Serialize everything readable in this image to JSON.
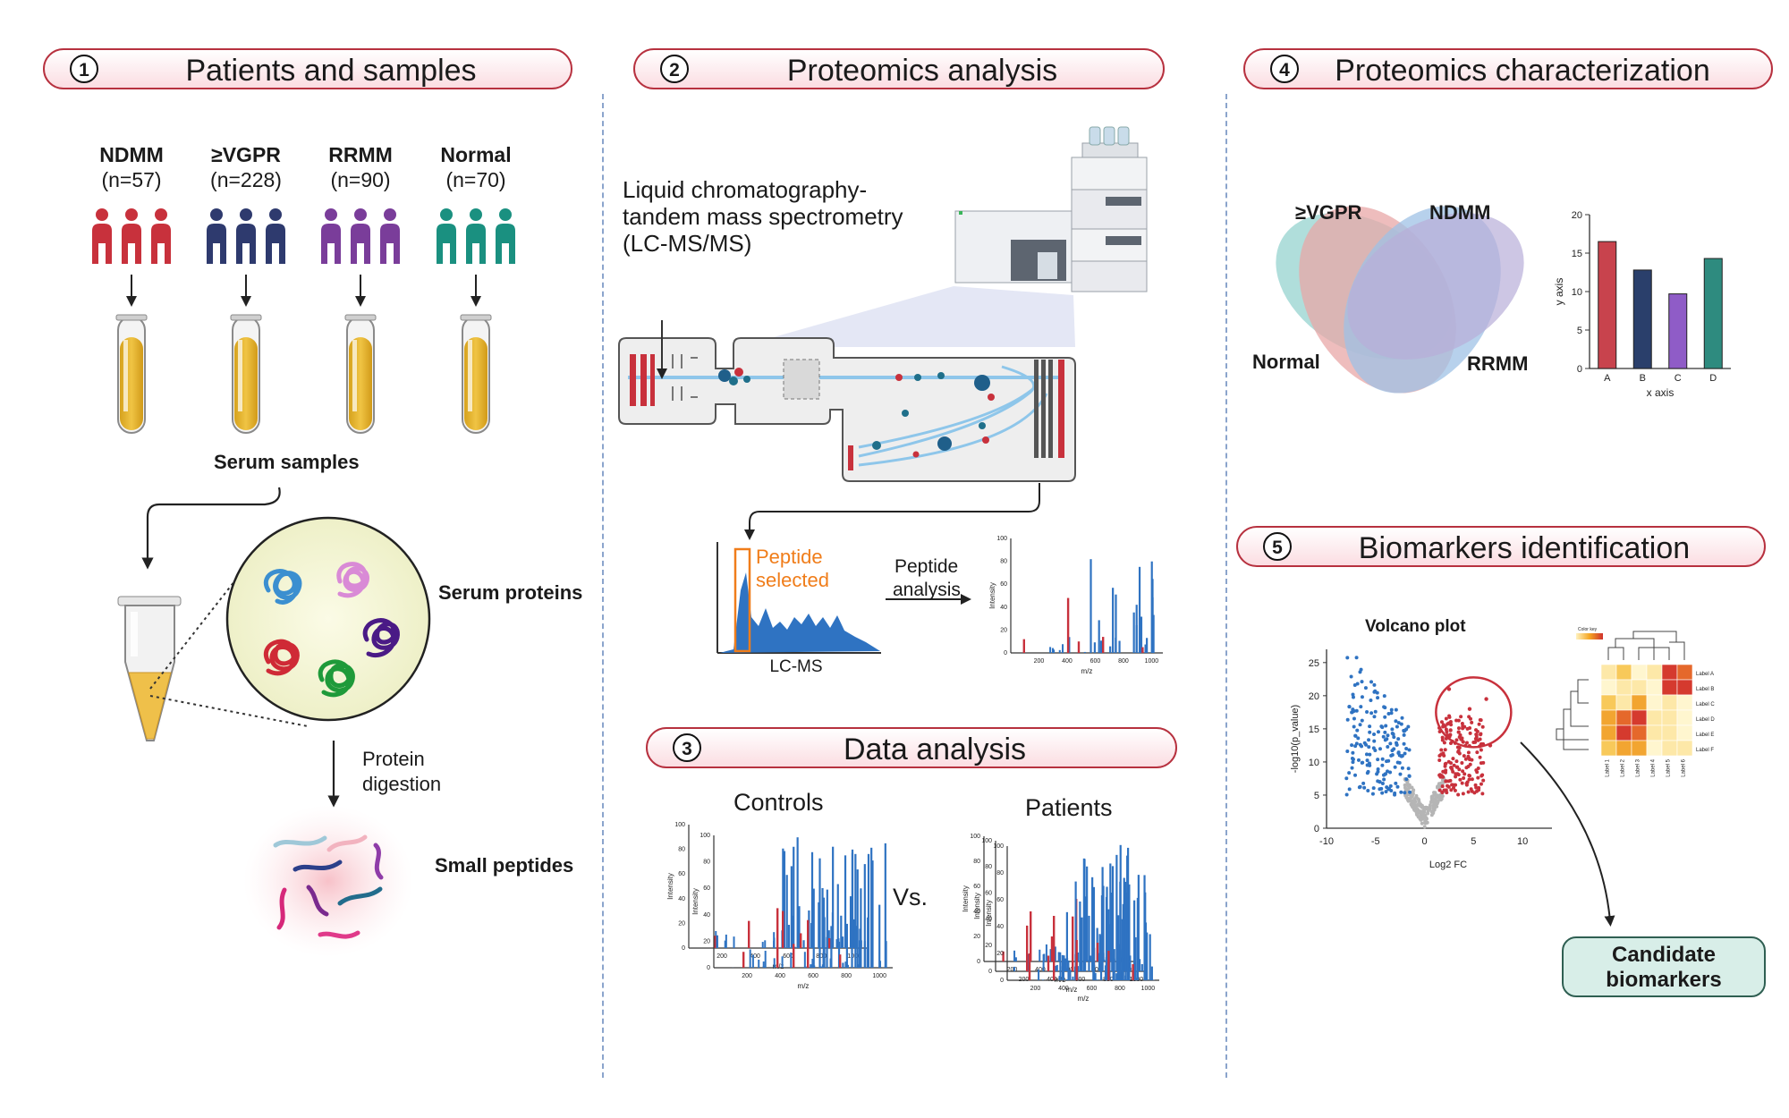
{
  "sections": {
    "s1": {
      "number": "1",
      "title": "Patients and samples"
    },
    "s2": {
      "number": "2",
      "title": "Proteomics analysis"
    },
    "s3": {
      "number": "3",
      "title": "Data analysis"
    },
    "s4": {
      "number": "4",
      "title": "Proteomics characterization"
    },
    "s5": {
      "number": "5",
      "title": "Biomarkers identification"
    }
  },
  "groups": [
    {
      "name": "NDMM",
      "count": "(n=57)",
      "color": "#c8313c"
    },
    {
      "name": "≥VGPR",
      "count": "(n=228)",
      "color": "#2e3a6e"
    },
    {
      "name": "RRMM",
      "count": "(n=90)",
      "color": "#7a3d9a"
    },
    {
      "name": "Normal",
      "count": "(n=70)",
      "color": "#1a9080"
    }
  ],
  "s1_labels": {
    "serum_samples": "Serum samples",
    "serum_proteins": "Serum proteins",
    "digestion_line1": "Protein",
    "digestion_line2": "digestion",
    "small_peptides": "Small peptides"
  },
  "s2_labels": {
    "lcms_line1": "Liquid chromatography-",
    "lcms_line2": "tandem mass spectrometry",
    "lcms_line3": "(LC-MS/MS)",
    "peptide_selected_line1": "Peptide",
    "peptide_selected_line2": "selected",
    "lc_ms": "LC-MS",
    "peptide_analysis_line1": "Peptide",
    "peptide_analysis_line2": "analysis",
    "intensity": "Intensity",
    "mz": "m/z"
  },
  "s3_labels": {
    "controls": "Controls",
    "patients": "Patients",
    "vs": "Vs.",
    "intensity": "Intensity",
    "mz": "m/z"
  },
  "s4_labels": {
    "venn_vgpr": "≥VGPR",
    "venn_ndmm": "NDMM",
    "venn_normal": "Normal",
    "venn_rrmm": "RRMM"
  },
  "s5_labels": {
    "volcano_title": "Volcano plot",
    "volcano_xlabel": "Log2 FC",
    "volcano_ylabel": "-log10(p_value)",
    "color_key": "Color key",
    "candidate_line1": "Candidate",
    "candidate_line2": "biomarkers"
  },
  "chart_data": [
    {
      "type": "bar",
      "categories": [
        "A",
        "B",
        "C",
        "D"
      ],
      "values": [
        16.5,
        12.8,
        9.7,
        14.3
      ],
      "colors": [
        "#c8434d",
        "#2a3f6b",
        "#8f5cc7",
        "#2e8b7f"
      ],
      "xlabel": "x axis",
      "ylabel": "y axis",
      "ylim": [
        0,
        20
      ],
      "yticks": [
        0,
        5,
        10,
        15,
        20
      ]
    },
    {
      "type": "scatter",
      "title": "Volcano plot",
      "xlabel": "Log2 FC",
      "ylabel": "-log10(p_value)",
      "xlim": [
        -10,
        13
      ],
      "ylim": [
        0,
        27
      ],
      "xticks": [
        -10,
        -5,
        0,
        5,
        10
      ],
      "yticks": [
        0,
        5,
        10,
        15,
        20,
        25
      ],
      "colors": {
        "down": "#2f73c2",
        "up": "#c8313c",
        "ns": "#b5b5b5"
      }
    },
    {
      "type": "heatmap",
      "row_labels": [
        "Label A",
        "Label B",
        "Label C",
        "Label D",
        "Label E",
        "Label F"
      ],
      "col_labels": [
        "Label 1",
        "Label 2",
        "Label 3",
        "Label 4",
        "Label 5",
        "Label 6"
      ]
    }
  ]
}
